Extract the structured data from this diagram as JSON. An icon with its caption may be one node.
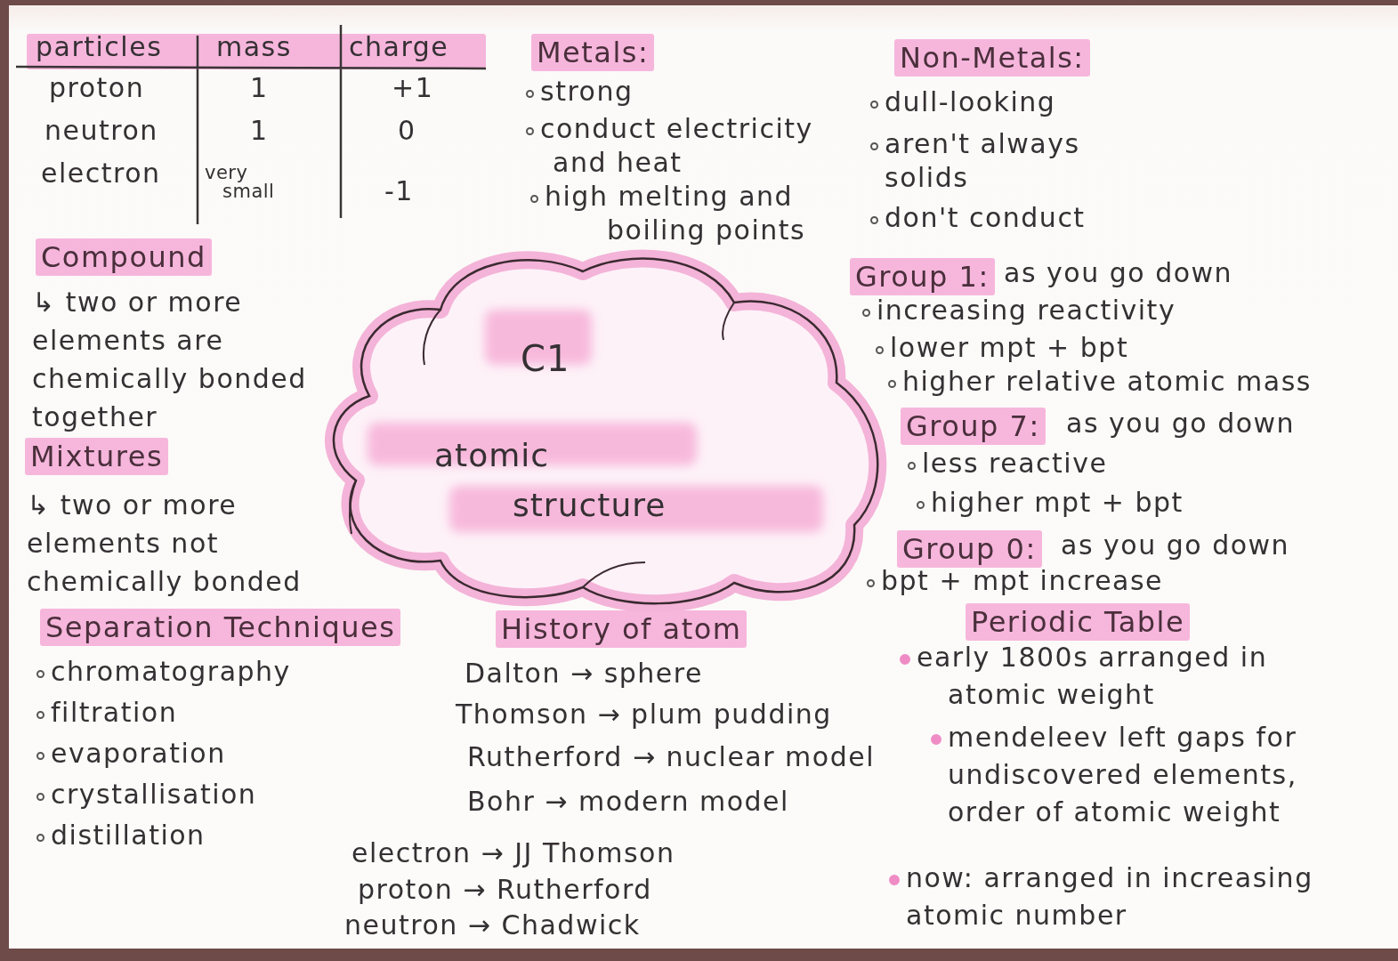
{
  "diagram": {
    "nodes": [
      {
        "text": [
          "C1",
          "atomic structure"
        ]
      }
    ],
    "labels": [
      "particles",
      "mass",
      "charge",
      "proton",
      "1",
      "+1",
      "neutron",
      "1",
      "0",
      "electron",
      "very small",
      "-1",
      "Metals:",
      "strong",
      "conduct electricity and heat",
      "high melting and boiling points",
      "Non-Metals:",
      "dull-looking",
      "aren't always solids",
      "don't conduct",
      "Compound",
      "↳ two or more elements are chemically bonded together",
      "Group 1:",
      "as you go down",
      "increasing reactivity",
      "lower mpt + bpt",
      "higher relative atomic mass",
      "Group 7:",
      "as you go down",
      "less reactive",
      "higher mpt + bpt",
      "Group 0:",
      "as you go down",
      "bpt + mpt increase",
      "Mixtures",
      "↳ two or more elements not chemically bonded",
      "Separation Techniques",
      "chromatography",
      "filtration",
      "evaporation",
      "crystallisation",
      "distillation",
      "History of atom",
      "Dalton → sphere",
      "Thomson → plum pudding",
      "Rutherford → nuclear model",
      "Bohr → modern model",
      "electron → JJ Thomson",
      "proton → Rutherford",
      "neutron → Chadwick",
      "Periodic Table",
      "early 1800s arranged in atomic weight",
      "mendeleev left gaps for undiscovered elements, order of atomic weight",
      "now: arranged in increasing atomic number"
    ]
  }
}
